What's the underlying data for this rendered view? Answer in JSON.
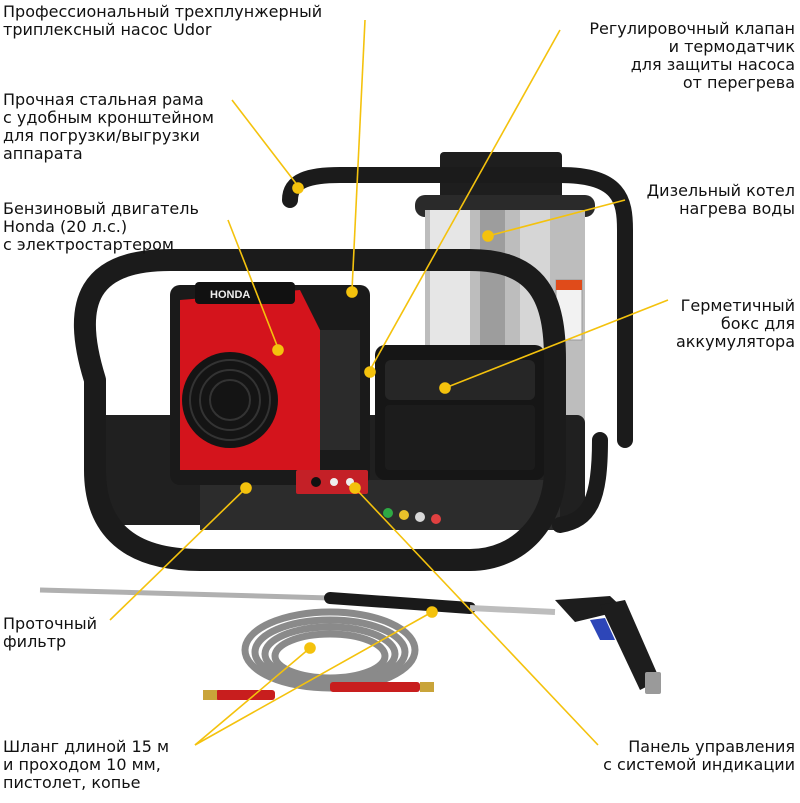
{
  "callouts": {
    "pump": "Профессиональный трехплунжерный\nтриплексный насос Udor",
    "frame": "Прочная стальная рама\nс удобным кронштейном\nдля погрузки/выгрузки\nаппарата",
    "engine": "Бензиновый двигатель\nHonda (20 л.с.)\nс электростартером",
    "filter": "Проточный\nфильтр",
    "hose": "Шланг длиной 15 м\nи проходом 10 мм,\nпистолет, копье",
    "valve": "Регулировочный клапан\nи термодатчик\nдля защиты насоса\nот перегрева",
    "boiler": "Дизельный котел\nнагрева воды",
    "battery": "Герметичный\nбокс для\nаккумулятора",
    "panel": "Панель управления\nс системой индикации"
  },
  "engine_brand": "HONDA",
  "colors": {
    "leader_line": "#f4c20d",
    "frame": "#1b1b1b",
    "engine_red": "#d4141c",
    "steel": "#c9c9c9",
    "hose_grey": "#8a8a8a",
    "fitting_red": "#c81e1e"
  }
}
